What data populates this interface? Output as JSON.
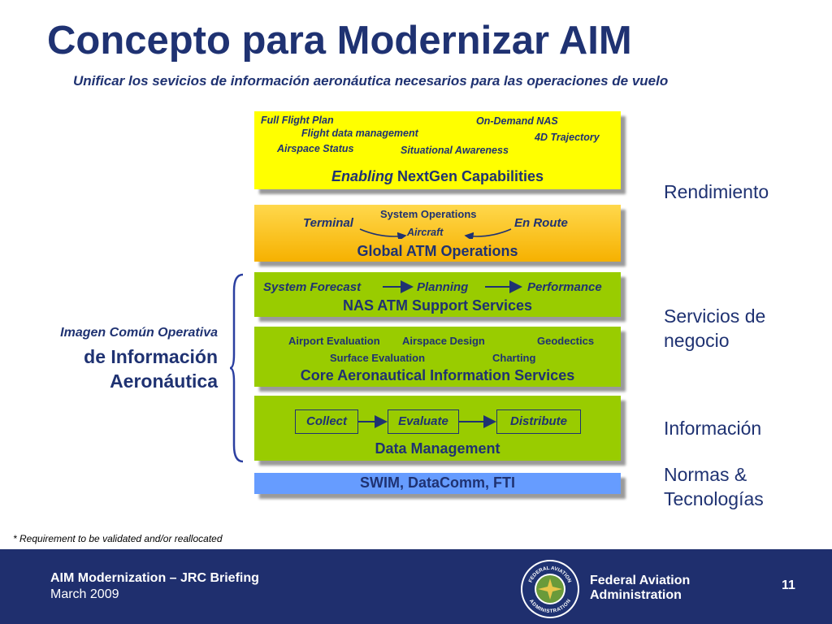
{
  "slide": {
    "title": "Concepto para Modernizar AIM",
    "subtitle": "Unificar los sevicios de información aeronáutica necesarios para las operaciones de vuelo"
  },
  "colors": {
    "title": "#1f3272",
    "layer_yellow": "#ffff00",
    "layer_orange": "#f6b100",
    "layer_green": "#99cc00",
    "layer_blue": "#669cff",
    "footer": "#1f2f6e"
  },
  "layers": {
    "nextgen": {
      "items": [
        "Full Flight Plan",
        "Flight data management",
        "Airspace Status",
        "Situational Awareness",
        "On-Demand NAS",
        "4D Trajectory"
      ],
      "caption_italic": "Enabling",
      "caption_rest": " NextGen Capabilities"
    },
    "atm": {
      "terminal": "Terminal",
      "system_ops": "System Operations",
      "aircraft": "Aircraft",
      "en_route": "En Route",
      "caption": "Global ATM Operations"
    },
    "support": {
      "steps": [
        "System Forecast",
        "Planning",
        "Performance"
      ],
      "caption": "NAS ATM Support Services"
    },
    "core": {
      "items": [
        "Airport Evaluation",
        "Airspace Design",
        "Geodectics",
        "Surface Evaluation",
        "Charting"
      ],
      "caption": "Core Aeronautical Information Services"
    },
    "data_mgmt": {
      "steps": [
        "Collect",
        "Evaluate",
        "Distribute"
      ],
      "caption": "Data Management"
    },
    "swim": {
      "caption": "SWIM, DataComm, FTI"
    }
  },
  "right_labels": {
    "rendimiento": "Rendimiento",
    "servicios": [
      "Servicios de",
      "negocio"
    ],
    "informacion": "Información",
    "normas": [
      "Normas &",
      "Tecnologías"
    ]
  },
  "left_label": {
    "line1": "Imagen Común Operativa",
    "line2": "de Información",
    "line3": "Aeronáutica"
  },
  "footnote": "* Requirement to be validated and/or reallocated",
  "footer": {
    "title": "AIM Modernization – JRC Briefing",
    "date": "March 2009",
    "org_line1": "Federal Aviation",
    "org_line2": "Administration",
    "page": "11",
    "seal_text_top": "FEDERAL AVIATION",
    "seal_text_bottom": "ADMINISTRATION",
    "seal_icon": "faa-seal-icon"
  }
}
